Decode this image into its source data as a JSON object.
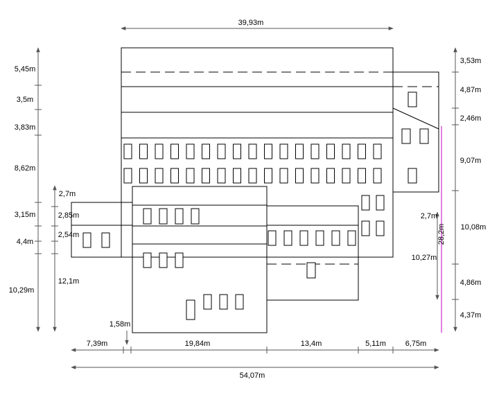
{
  "dimensions": {
    "top_width": "39,93m",
    "left_outer": [
      "5,45m",
      "3,5m",
      "3,83m",
      "8,62m",
      "3,15m",
      "4,4m",
      "10,29m"
    ],
    "left_inner": [
      "2,7m",
      "2,85m",
      "2,54m",
      "12,1m"
    ],
    "right_outer": [
      "3,53m",
      "4,87m",
      "2,46m",
      "9,07m",
      "10,08m",
      "4,86m",
      "4,37m"
    ],
    "right_inner": [
      "2,7m",
      "28,2m",
      "10,27m"
    ],
    "offset_small": "1,58m",
    "bottom_segments": [
      "7,39m",
      "19,84m",
      "13,4m",
      "5,11m",
      "6,75m"
    ],
    "bottom_total": "54,07m"
  },
  "colors": {
    "line": "#000000",
    "dimension": "#555555",
    "accent": "#c000c0",
    "background": "#ffffff"
  }
}
